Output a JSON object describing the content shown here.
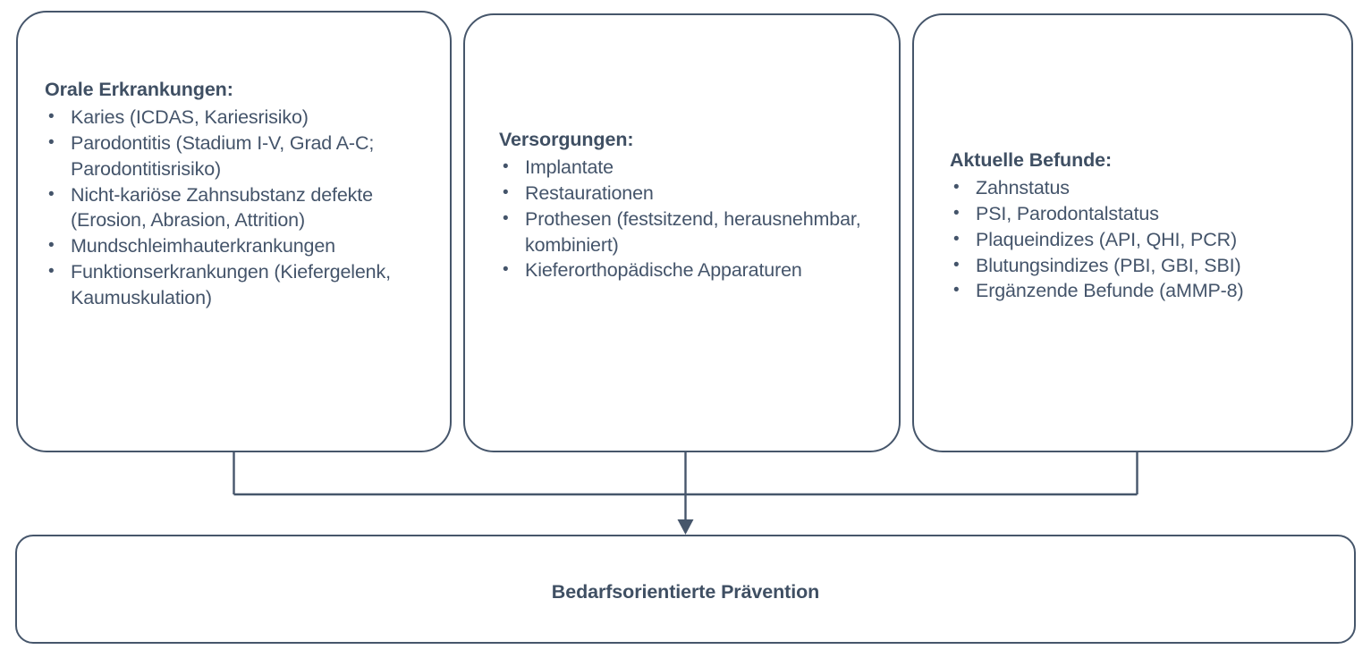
{
  "diagram": {
    "title": "Bedarfsorientierte Prävention",
    "colors": {
      "stroke": "#46566b",
      "text": "#44546a",
      "heading": "#3f4f63",
      "background": "#ffffff"
    },
    "bullet_glyph": "•",
    "boxes": [
      {
        "id": "oral-diseases",
        "heading": "Orale Erkrankungen:",
        "items": [
          "Karies (ICDAS, Kariesrisiko)",
          "Parodontitis (Stadium I-V, Grad A-C; Parodontitisrisiko)",
          "Nicht-kariöse Zahnsubstanz defekte (Erosion, Abrasion, Attrition)",
          "Mundschleimhauterkrankungen",
          "Funktionserkrankungen (Kiefergelenk, Kaumuskulation)"
        ]
      },
      {
        "id": "restorations",
        "heading": "Versorgungen:",
        "items": [
          "Implantate",
          "Restaurationen",
          "Prothesen (festsitzend, herausnehmbar, kombiniert)",
          "Kieferorthopädische Apparaturen"
        ]
      },
      {
        "id": "findings",
        "heading": "Aktuelle Befunde:",
        "items": [
          "Zahnstatus",
          "PSI, Parodontalstatus",
          "Plaqueindizes (API, QHI, PCR)",
          "Blutungsindizes (PBI, GBI, SBI)",
          "Ergänzende Befunde (aMMP-8)"
        ]
      }
    ],
    "outcome": {
      "id": "prevention",
      "label": "Bedarfsorientierte Prävention"
    }
  }
}
